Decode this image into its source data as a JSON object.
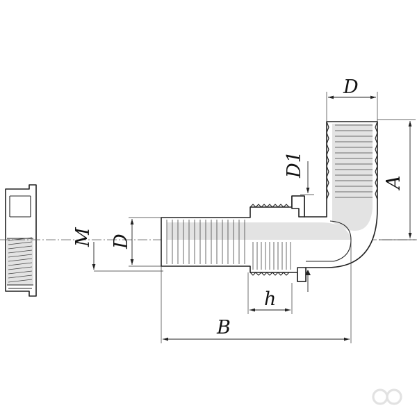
{
  "dimensions": {
    "top_diameter": "D",
    "socket_diameter": "D1",
    "height": "A",
    "thread": "M",
    "left_diameter": "D",
    "thread_length": "h",
    "length": "B"
  },
  "icons": {
    "watermark": "double-ring-logo-icon"
  }
}
